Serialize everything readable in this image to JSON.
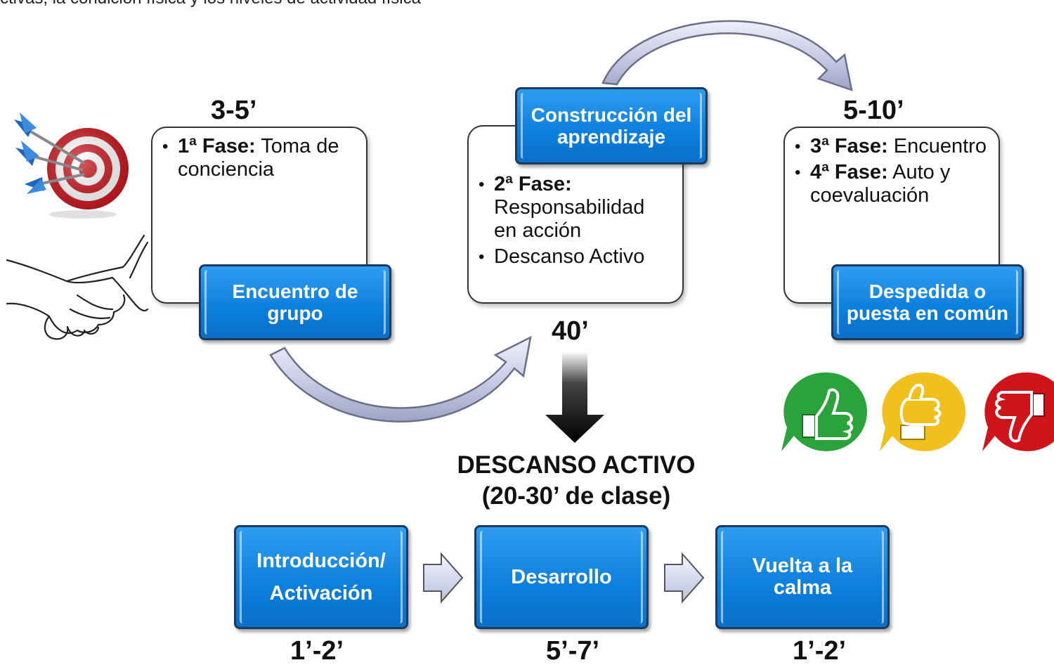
{
  "top_text": "ctivas, la condición física y los niveles de actividad física",
  "phase1": {
    "time": "3-5’",
    "bullets": [
      {
        "bold": "1ª Fase:",
        "text": " Toma de conciencia"
      }
    ],
    "banner": "Encuentro de grupo"
  },
  "phase2": {
    "time": "40’",
    "banner": "Construcción del aprendizaje",
    "bullets": [
      {
        "bold": "2ª Fase:",
        "text": " Responsabilidad en acción"
      },
      {
        "bold": "",
        "text": "Descanso Activo"
      }
    ]
  },
  "phase3": {
    "time": "5-10’",
    "bullets": [
      {
        "bold": "3ª Fase:",
        "text": " Encuentro"
      },
      {
        "bold": "4ª Fase:",
        "text": " Auto y coevaluación"
      }
    ],
    "banner": "Despedida o puesta en común"
  },
  "rest": {
    "title_line1": "DESCANSO ACTIVO",
    "title_line2": "(20-30’ de clase)"
  },
  "steps": [
    {
      "label": "Introducción/\nActivación",
      "time": "1’-2’"
    },
    {
      "label": "Desarrollo",
      "time": "5’-7’"
    },
    {
      "label": "Vuelta a la\ncalma",
      "time": "1’-2’"
    }
  ],
  "icons": [
    "target-darts-icon",
    "handshake-icon",
    "thumbs-up-icon",
    "thumbs-sideways-icon",
    "thumbs-down-icon"
  ],
  "colors": {
    "banner_blue": "#0c7fdc",
    "curve_arrow": "#c9cde6",
    "thumb_green": "#2aa43a",
    "thumb_yellow": "#f2c01c",
    "thumb_red": "#d0141c"
  }
}
